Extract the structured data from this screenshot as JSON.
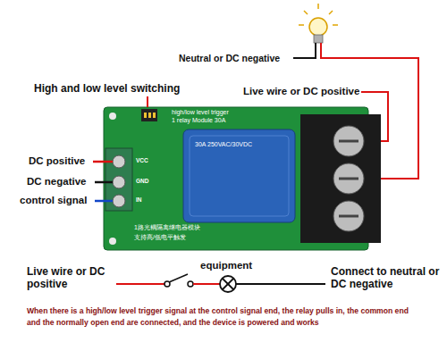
{
  "diagram": {
    "caption": "When there is a high/low level trigger signal at the control signal end, the relay pulls in, the common end and the normally open end are connected, and the device is powered and works",
    "labels": [
      "Neutral or DC negative",
      "Live wire or DC positive",
      "High and low level switching",
      "DC positive",
      "DC negative",
      "control signal",
      "high/low level trigger",
      "1 relay Module 30A",
      "30A 250VAC/30VDC",
      "1路光耦隔离继电器模块",
      "支持高/低电平触发",
      "VCC",
      "GND",
      "IN",
      "equipment",
      "Live wire or DC positive",
      "Connect to neutral or DC negative"
    ]
  }
}
